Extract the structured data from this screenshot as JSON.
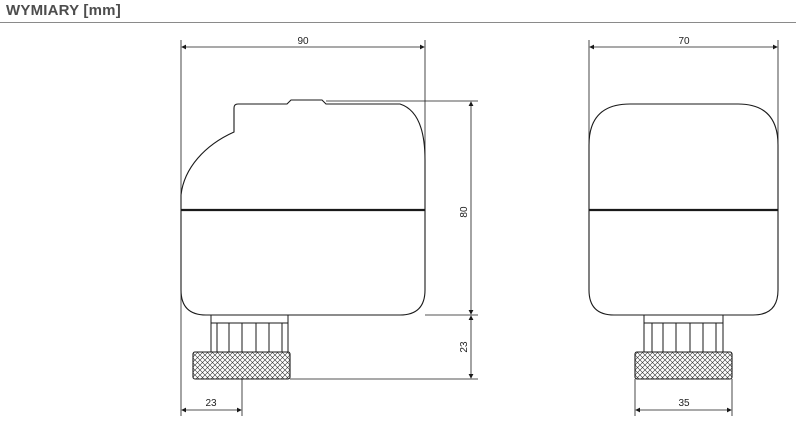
{
  "header": {
    "title": "WYMIARY [mm]"
  },
  "side_view": {
    "width_label": "90",
    "height_label": "80",
    "connector_height_label": "23",
    "nut_offset_label": "23"
  },
  "front_view": {
    "width_label": "70",
    "nut_width_label": "35"
  },
  "colors": {
    "line": "#1a1a1a",
    "header_text": "#4d4d4d",
    "rule": "#8a8a8a"
  }
}
